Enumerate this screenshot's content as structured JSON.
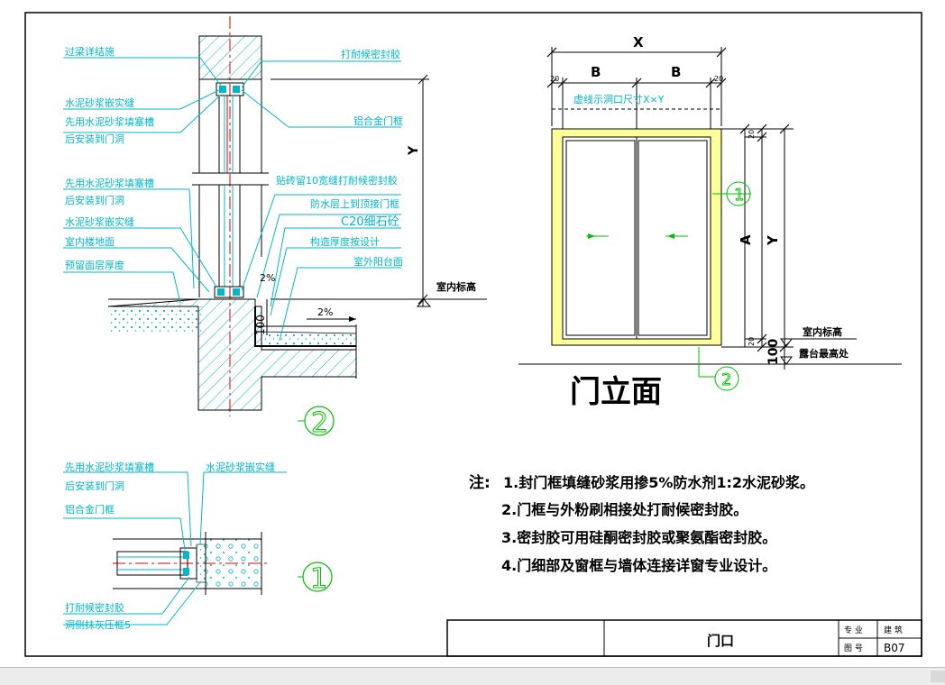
{
  "elevation": {
    "title": "门立面",
    "dim_x": "X",
    "dim_b1": "B",
    "dim_b2": "B",
    "dim_20_left": "20",
    "dim_20_right": "20",
    "opening_note": "虚线示洞口尺寸X×Y",
    "dim_20_top": "20",
    "dim_20_bottom": "20",
    "dim_a": "A",
    "dim_y": "Y",
    "dim_100": "100",
    "indoor_level": "室内标高",
    "terrace_level": "露台最高处",
    "callout_1": "1",
    "callout_2": "2"
  },
  "section2": {
    "labels": {
      "lintel": "过梁详结施",
      "cement_fill_top": "水泥砂浆嵌实缝",
      "cement_slot_top": "先用水泥砂浆填塞槽",
      "install_top": "后安装到门洞",
      "sealant_top": "打耐候密封胶",
      "alu_frame": "铝合金门框",
      "cement_slot_mid": "先用水泥砂浆填塞槽",
      "install_mid": "后安装到门洞",
      "tile_gap": "贴砖留10宽缝打耐候密封胶",
      "waterproof": "防水层上到顶接门框",
      "cement_fill_mid": "水泥砂浆嵌实缝",
      "c20": "C20细石砼",
      "indoor_floor": "室内楼地面",
      "slope_design": "构造厚度按设计",
      "reserve": "预留面层厚度",
      "terrace_surface": "室外阳台面",
      "slope_small": "2%",
      "slope_big": "2%",
      "dim_100": "100",
      "dim_y": "Y",
      "indoor_level": "室内标高",
      "callout": "2"
    }
  },
  "section1": {
    "labels": {
      "cement_slot": "先用水泥砂浆填塞槽",
      "install": "后安装到门洞",
      "cement_fill": "水泥砂浆嵌实缝",
      "alu_frame": "铝合金门框",
      "sealant": "打耐候密封胶",
      "trim": "洞侧抹灰压框5",
      "callout": "1"
    }
  },
  "notes": {
    "prefix": "注:",
    "items": [
      "1.封门框填缝砂浆用掺5%防水剂1:2水泥砂浆。",
      "2.门框与外粉刷相接处打耐候密封胶。",
      "3.密封胶可用硅酮密封胶或聚氨酯密封胶。",
      "4.门细部及窗框与墙体连接详窗专业设计。"
    ]
  },
  "title_block": {
    "drawing_name": "门口",
    "specialty_label": "专 业",
    "specialty_value": "建 筑",
    "drawing_no_label": "图 号",
    "drawing_no_value": "B07"
  },
  "colors": {
    "line": "#000000",
    "annotation": "#00b7c7",
    "frame_fill": "#ffff99",
    "glass": "#7fd9d9",
    "center_line": "#e00000",
    "hatch": "#b0e8e8"
  }
}
